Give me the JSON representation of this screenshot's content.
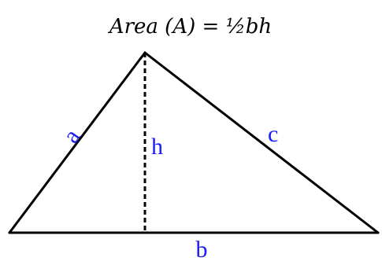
{
  "formula": "Area (A) = ½bh",
  "labels": {
    "side_a": "a",
    "height": "h",
    "side_c": "c",
    "base": "b"
  },
  "colors": {
    "label": "#1a1aff",
    "line": "#000000"
  }
}
